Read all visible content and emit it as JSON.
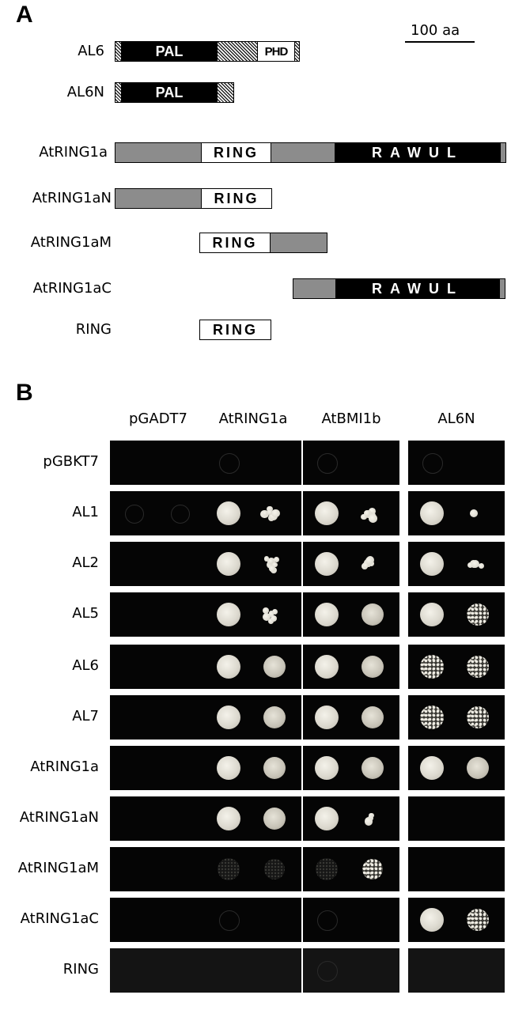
{
  "panel_a": {
    "letter": "A",
    "scale_label": "100 aa",
    "constructs": [
      {
        "label": "AL6",
        "segments": [
          {
            "kind": "hatch",
            "text": ""
          },
          {
            "kind": "black",
            "text": "PAL"
          },
          {
            "kind": "hatch",
            "text": ""
          },
          {
            "kind": "white",
            "text": "PHD"
          },
          {
            "kind": "hatch",
            "text": ""
          }
        ]
      },
      {
        "label": "AL6N",
        "segments": [
          {
            "kind": "hatch",
            "text": ""
          },
          {
            "kind": "black",
            "text": "PAL"
          },
          {
            "kind": "hatch",
            "text": ""
          }
        ]
      },
      {
        "label": "AtRING1a",
        "segments": [
          {
            "kind": "gray",
            "text": ""
          },
          {
            "kind": "white",
            "text": "RING"
          },
          {
            "kind": "gray",
            "text": ""
          },
          {
            "kind": "black",
            "text": "RAWUL"
          },
          {
            "kind": "gray",
            "text": ""
          }
        ]
      },
      {
        "label": "AtRING1aN",
        "segments": [
          {
            "kind": "gray",
            "text": ""
          },
          {
            "kind": "white",
            "text": "RING"
          }
        ]
      },
      {
        "label": "AtRING1aM",
        "segments": [
          {
            "kind": "white",
            "text": "RING"
          },
          {
            "kind": "gray",
            "text": ""
          }
        ]
      },
      {
        "label": "AtRING1aC",
        "segments": [
          {
            "kind": "gray",
            "text": ""
          },
          {
            "kind": "black",
            "text": "RAWUL"
          },
          {
            "kind": "gray",
            "text": ""
          }
        ]
      },
      {
        "label": "RING",
        "segments": [
          {
            "kind": "white",
            "text": "RING"
          }
        ]
      }
    ]
  },
  "panel_b": {
    "letter": "B",
    "columns": [
      "pGADT7",
      "AtRING1a",
      "AtBMI1b",
      "AL6N"
    ],
    "rows": [
      "pGBKT7",
      "AL1",
      "AL2",
      "AL5",
      "AL6",
      "AL7",
      "AtRING1a",
      "AtRING1aN",
      "AtRING1aM",
      "AtRING1aC",
      "RING"
    ],
    "growth": [
      [
        "none",
        "ghost",
        "ghost",
        "ghost"
      ],
      [
        "faint",
        "strong",
        "strong",
        "strong"
      ],
      [
        "none",
        "strong",
        "strong",
        "strong"
      ],
      [
        "none",
        "strong",
        "strong",
        "strong"
      ],
      [
        "none",
        "strong",
        "strong",
        "strong"
      ],
      [
        "none",
        "strong",
        "strong",
        "strong"
      ],
      [
        "none",
        "strong",
        "strong",
        "strong"
      ],
      [
        "none",
        "strong",
        "strong",
        "none"
      ],
      [
        "none",
        "weak",
        "weak",
        "none"
      ],
      [
        "none",
        "ghost",
        "ghost",
        "strong"
      ],
      [
        "none",
        "none",
        "ghost",
        "none"
      ]
    ]
  }
}
